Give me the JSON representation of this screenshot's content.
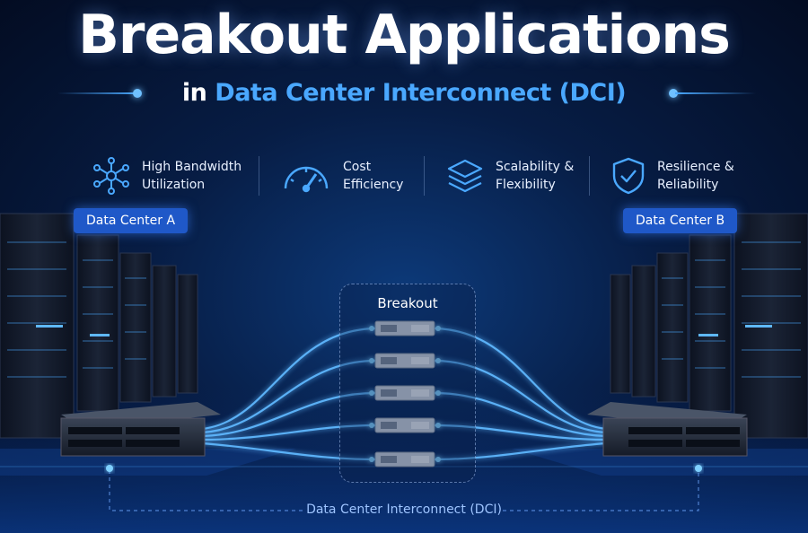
{
  "header": {
    "title": "Breakout Applications",
    "subtitle_prefix": "in",
    "subtitle_main": "Data Center Interconnect (DCI)"
  },
  "features": [
    {
      "line1": "High Bandwidth",
      "line2": "Utilization",
      "icon": "network-nodes-icon"
    },
    {
      "line1": "Cost",
      "line2": "Efficiency",
      "icon": "speedometer-icon"
    },
    {
      "line1": "Scalability &",
      "line2": "Flexibility",
      "icon": "layers-icon"
    },
    {
      "line1": "Resilience &",
      "line2": "Reliability",
      "icon": "shield-check-icon"
    }
  ],
  "data_centers": {
    "a": "Data Center A",
    "b": "Data Center B"
  },
  "breakout": {
    "label": "Breakout",
    "transceiver_count": 5
  },
  "dci": {
    "label": "Data Center Interconnect (DCI)"
  },
  "colors": {
    "accent": "#4aa8ff",
    "badge": "#1f58c8",
    "glow": "#5fb8ff"
  }
}
